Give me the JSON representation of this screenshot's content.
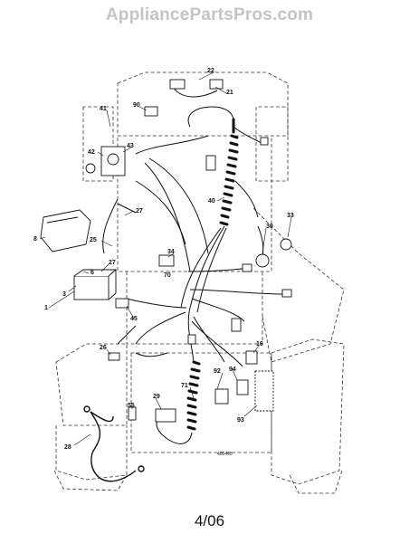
{
  "watermark": "AppliancePartsPros.com",
  "page_number": "4/06",
  "diagram_code": "400445",
  "callouts": [
    "22",
    "21",
    "41",
    "90",
    "42",
    "43",
    "40",
    "8",
    "27",
    "25",
    "30",
    "33",
    "34",
    "70",
    "27",
    "6",
    "1",
    "3",
    "45",
    "26",
    "16",
    "94",
    "92",
    "71",
    "29",
    "55",
    "93",
    "28"
  ]
}
